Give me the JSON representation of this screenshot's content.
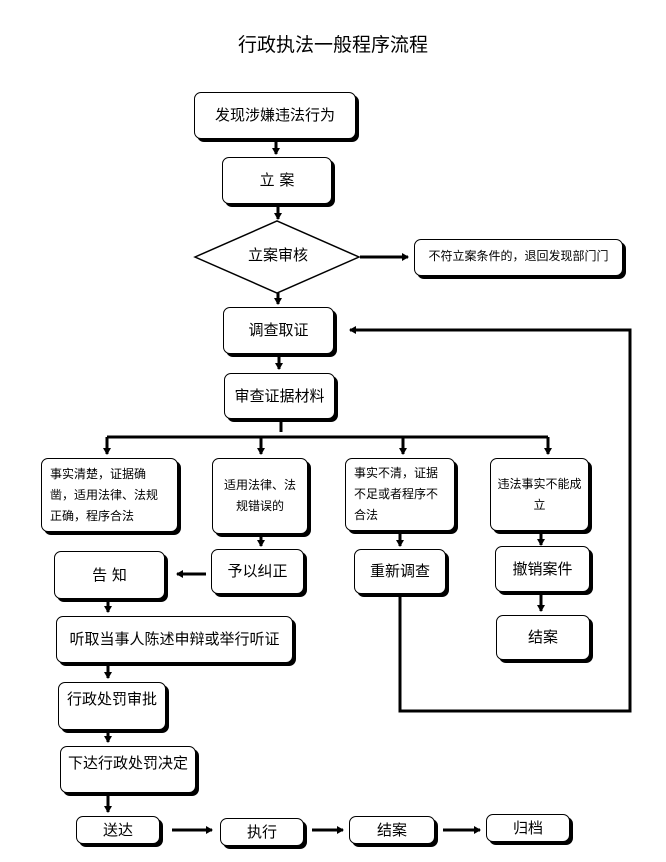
{
  "title": "行政执法一般程序流程",
  "nodes": {
    "discover": "发现涉嫌违法行为",
    "register": "立 案",
    "review": "立案审核",
    "reject": "不符立案条件的，退回发现部门门",
    "investigate": "调查取证",
    "examine": "审查证据材料",
    "branch1": "事实清楚，证据确凿，适用法律、法规正确，程序合法",
    "branch2": "适用法律、法规错误的",
    "branch3": "事实不清，证据不足或者程序不合法",
    "branch4": "违法事实不能成立",
    "notify": "告 知",
    "correct": "予以纠正",
    "reinvestigate": "重新调查",
    "revoke": "撤销案件",
    "close_case_right": "结案",
    "hearing": "听取当事人陈述申辩或举行听证",
    "approve": "行政处罚审批",
    "decision": "下达行政处罚决定",
    "deliver": "送达",
    "execute": "执行",
    "close_case": "结案",
    "archive": "归档"
  }
}
